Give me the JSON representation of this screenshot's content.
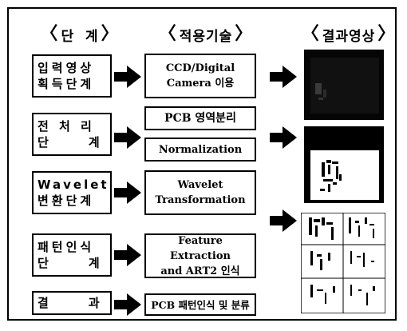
{
  "headers": {
    "stage": "단  계",
    "tech": "적용기술",
    "result": "결과영상"
  },
  "stages": [
    {
      "line1": "입력영상",
      "line2": "획득단계"
    },
    {
      "line1": "전 처 리",
      "line2": "단     계"
    },
    {
      "line1": "Wavelet",
      "line2": "변환단계"
    },
    {
      "line1": "패턴인식",
      "line2": "단     계"
    },
    {
      "line1": "결     과",
      "line2": ""
    }
  ],
  "techs": [
    {
      "line1": "CCD/Digital",
      "line2": "Camera 이용"
    },
    {
      "line1": "PCB 영역분리",
      "line2": ""
    },
    {
      "line1": "Normalization",
      "line2": ""
    },
    {
      "line1": "Wavelet",
      "line2": "Transformation"
    },
    {
      "line1": "Feature Extraction",
      "line2": "and ART2 인식"
    },
    {
      "line1": "PCB 패턴인식 및 분류",
      "line2": ""
    }
  ],
  "result_images": [
    {
      "name": "acquired-image",
      "style": "dark"
    },
    {
      "name": "separated-board-image",
      "style": "inverted"
    },
    {
      "name": "wavelet-subband-image",
      "style": "subbands"
    }
  ],
  "colors": {
    "ink": "#000000",
    "paper": "#ffffff"
  }
}
